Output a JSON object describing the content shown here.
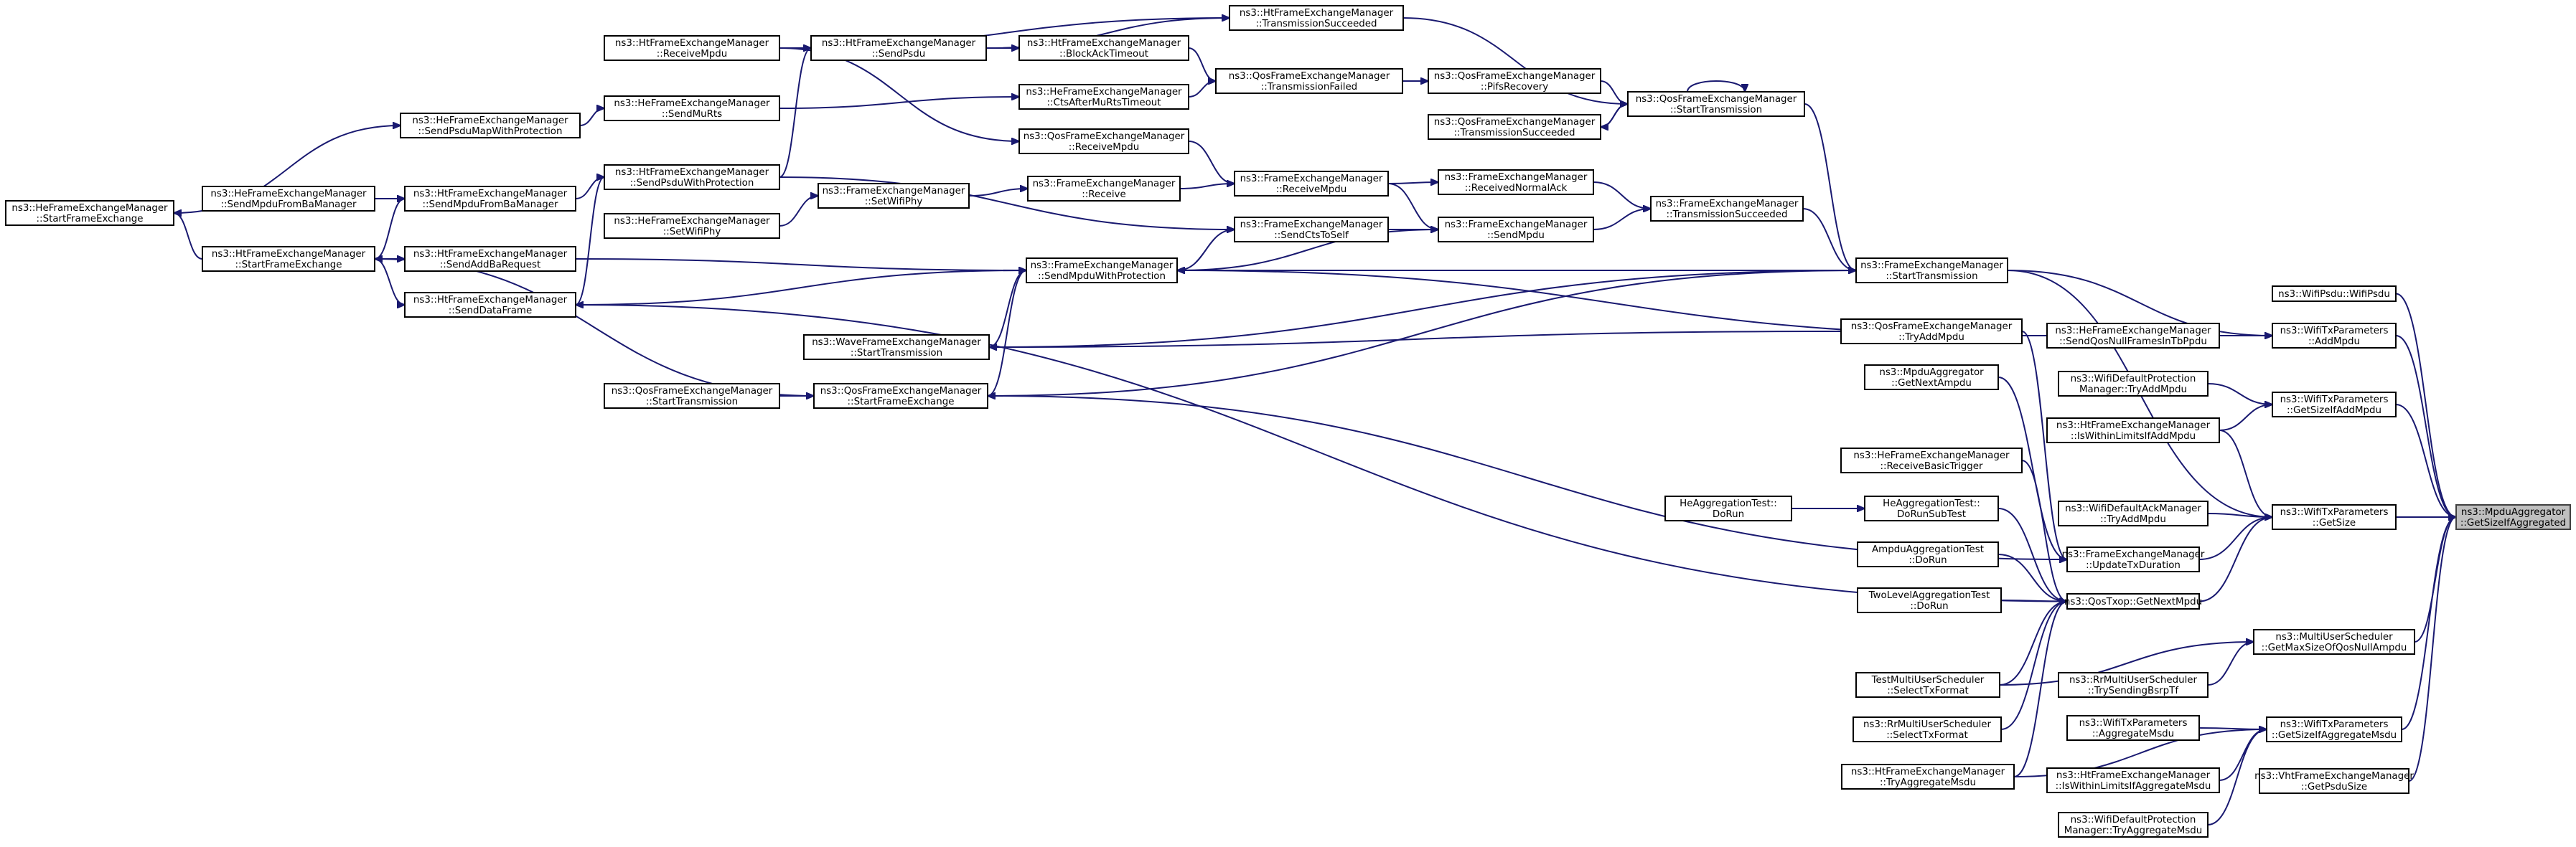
{
  "graph": {
    "nodes": [
      {
        "id": "target",
        "lines": [
          "ns3::MpduAggregator",
          "::GetSizeIfAggregated"
        ],
        "highlighted": true
      },
      {
        "id": "psdu",
        "lines": [
          "ns3::WifiPsdu::WifiPsdu"
        ]
      },
      {
        "id": "addmpdu",
        "lines": [
          "ns3::WifiTxParameters",
          "::AddMpdu"
        ]
      },
      {
        "id": "getsizeadd",
        "lines": [
          "ns3::WifiTxParameters",
          "::GetSizeIfAddMpdu"
        ]
      },
      {
        "id": "getsize",
        "lines": [
          "ns3::WifiTxParameters",
          "::GetSize"
        ]
      },
      {
        "id": "maxqos",
        "lines": [
          "ns3::MultiUserScheduler",
          "::GetMaxSizeOfQosNullAmpdu"
        ]
      },
      {
        "id": "sizeaggmsdu",
        "lines": [
          "ns3::WifiTxParameters",
          "::GetSizeIfAggregateMsdu"
        ]
      },
      {
        "id": "vhtppdu",
        "lines": [
          "ns3::VhtFrameExchangeManager",
          "::GetPsduSize"
        ]
      },
      {
        "id": "fem_start",
        "lines": [
          "ns3::FrameExchangeManager",
          "::StartTransmission"
        ]
      },
      {
        "id": "he_qosnull",
        "lines": [
          "ns3::HeFrameExchangeManager",
          "::SendQosNullFramesInTbPpdu"
        ]
      },
      {
        "id": "def_tryadd",
        "lines": [
          "ns3::WifiDefaultProtection",
          "Manager::TryAddMpdu"
        ]
      },
      {
        "id": "ht_within",
        "lines": [
          "ns3::HtFrameExchangeManager",
          "::IsWithinLimitsIfAddMpdu"
        ]
      },
      {
        "id": "ack_tryadd",
        "lines": [
          "ns3::WifiDefaultAckManager",
          "::TryAddMpdu"
        ]
      },
      {
        "id": "fem_update",
        "lines": [
          "ns3::FrameExchangeManager",
          "::UpdateTxDuration"
        ]
      },
      {
        "id": "qostxop",
        "lines": [
          "ns3::QosTxop::GetNextMpdu"
        ]
      },
      {
        "id": "rr_trysend",
        "lines": [
          "ns3::RrMultiUserScheduler",
          "::TrySendingBsrpTf"
        ]
      },
      {
        "id": "aggmsdu",
        "lines": [
          "ns3::WifiTxParameters",
          "::AggregateMsdu"
        ]
      },
      {
        "id": "ht_withinmsdu",
        "lines": [
          "ns3::HtFrameExchangeManager",
          "::IsWithinLimitsIfAggregateMsdu"
        ]
      },
      {
        "id": "def_tryaggmsdu",
        "lines": [
          "ns3::WifiDefaultProtection",
          "Manager::TryAggregateMsdu"
        ]
      },
      {
        "id": "qos_tryadd",
        "lines": [
          "ns3::QosFrameExchangeManager",
          "::TryAddMpdu"
        ]
      },
      {
        "id": "mpduagg_next",
        "lines": [
          "ns3::MpduAggregator",
          "::GetNextAmpdu"
        ]
      },
      {
        "id": "he_basic",
        "lines": [
          "ns3::HeFrameExchangeManager",
          "::ReceiveBasicTrigger"
        ]
      },
      {
        "id": "heagg_sub",
        "lines": [
          "HeAggregationTest::",
          "DoRunSubTest"
        ]
      },
      {
        "id": "ampdu_test",
        "lines": [
          "AmpduAggregationTest",
          "::DoRun"
        ]
      },
      {
        "id": "twolevel",
        "lines": [
          "TwoLevelAggregationTest",
          "::DoRun"
        ]
      },
      {
        "id": "testmu",
        "lines": [
          "TestMultiUserScheduler",
          "::SelectTxFormat"
        ]
      },
      {
        "id": "rr_select",
        "lines": [
          "ns3::RrMultiUserScheduler",
          "::SelectTxFormat"
        ]
      },
      {
        "id": "ht_tryagg",
        "lines": [
          "ns3::HtFrameExchangeManager",
          "::TryAggregateMsdu"
        ]
      },
      {
        "id": "heagg_run",
        "lines": [
          "HeAggregationTest::",
          "DoRun"
        ]
      },
      {
        "id": "ht_txsucc",
        "lines": [
          "ns3::HtFrameExchangeManager",
          "::TransmissionSucceeded"
        ]
      },
      {
        "id": "qos_starttx",
        "lines": [
          "ns3::QosFrameExchangeManager",
          "::StartTransmission"
        ]
      },
      {
        "id": "qos_pifs",
        "lines": [
          "ns3::QosFrameExchangeManager",
          "::PifsRecovery"
        ]
      },
      {
        "id": "qos_txsucc",
        "lines": [
          "ns3::QosFrameExchangeManager",
          "::TransmissionSucceeded"
        ]
      },
      {
        "id": "fem_txsucc",
        "lines": [
          "ns3::FrameExchangeManager",
          "::TransmissionSucceeded"
        ]
      },
      {
        "id": "fem_rxnack",
        "lines": [
          "ns3::FrameExchangeManager",
          "::ReceivedNormalAck"
        ]
      },
      {
        "id": "fem_sendmpdu",
        "lines": [
          "ns3::FrameExchangeManager",
          "::SendMpdu"
        ]
      },
      {
        "id": "fem_rxmpdu",
        "lines": [
          "ns3::FrameExchangeManager",
          "::ReceiveMpdu"
        ]
      },
      {
        "id": "fem_sendcts",
        "lines": [
          "ns3::FrameExchangeManager",
          "::SendCtsToSelf"
        ]
      },
      {
        "id": "qos_txfail",
        "lines": [
          "ns3::QosFrameExchangeManager",
          "::TransmissionFailed"
        ]
      },
      {
        "id": "fem_sendprot",
        "lines": [
          "ns3::FrameExchangeManager",
          "::SendMpduWithProtection"
        ]
      },
      {
        "id": "ht_blockack",
        "lines": [
          "ns3::HtFrameExchangeManager",
          "::BlockAckTimeout"
        ]
      },
      {
        "id": "he_ctsafter",
        "lines": [
          "ns3::HeFrameExchangeManager",
          "::CtsAfterMuRtsTimeout"
        ]
      },
      {
        "id": "qos_rxmpdu",
        "lines": [
          "ns3::QosFrameExchangeManager",
          "::ReceiveMpdu"
        ]
      },
      {
        "id": "fem_receive",
        "lines": [
          "ns3::FrameExchangeManager",
          "::Receive"
        ]
      },
      {
        "id": "fem_setphy",
        "lines": [
          "ns3::FrameExchangeManager",
          "::SetWifiPhy"
        ]
      },
      {
        "id": "wave_start",
        "lines": [
          "ns3::WaveFrameExchangeManager",
          "::StartTransmission"
        ]
      },
      {
        "id": "qos_startfe",
        "lines": [
          "ns3::QosFrameExchangeManager",
          "::StartFrameExchange"
        ]
      },
      {
        "id": "ht_sendpsdu",
        "lines": [
          "ns3::HtFrameExchangeManager",
          "::SendPsdu"
        ]
      },
      {
        "id": "ht_rxmpdu",
        "lines": [
          "ns3::HtFrameExchangeManager",
          "::ReceiveMpdu"
        ]
      },
      {
        "id": "he_mrts",
        "lines": [
          "ns3::HeFrameExchangeManager",
          "::SendMuRts"
        ]
      },
      {
        "id": "ht_psduprot",
        "lines": [
          "ns3::HtFrameExchangeManager",
          "::SendPsduWithProtection"
        ]
      },
      {
        "id": "ht_setphy",
        "lines": [
          "ns3::HeFrameExchangeManager",
          "::SetWifiPhy"
        ]
      },
      {
        "id": "ht_addba",
        "lines": [
          "ns3::HtFrameExchangeManager",
          "::SendAddBaRequest"
        ]
      },
      {
        "id": "ht_senddata",
        "lines": [
          "ns3::HtFrameExchangeManager",
          "::SendDataFrame"
        ]
      },
      {
        "id": "qos_startfe2",
        "lines": [
          "ns3::QosFrameExchangeManager",
          "::StartTransmission"
        ]
      },
      {
        "id": "he_psdumap",
        "lines": [
          "ns3::HeFrameExchangeManager",
          "::SendPsduMapWithProtection"
        ]
      },
      {
        "id": "ht_mpdubam",
        "lines": [
          "ns3::HtFrameExchangeManager",
          "::SendMpduFromBaManager"
        ]
      },
      {
        "id": "he_mpdubam",
        "lines": [
          "ns3::HeFrameExchangeManager",
          "::SendMpduFromBaManager"
        ]
      },
      {
        "id": "ht_startfe",
        "lines": [
          "ns3::HtFrameExchangeManager",
          "::StartFrameExchange"
        ]
      },
      {
        "id": "he_startfe",
        "lines": [
          "ns3::HeFrameExchangeManager",
          "::StartFrameExchange"
        ]
      }
    ]
  }
}
